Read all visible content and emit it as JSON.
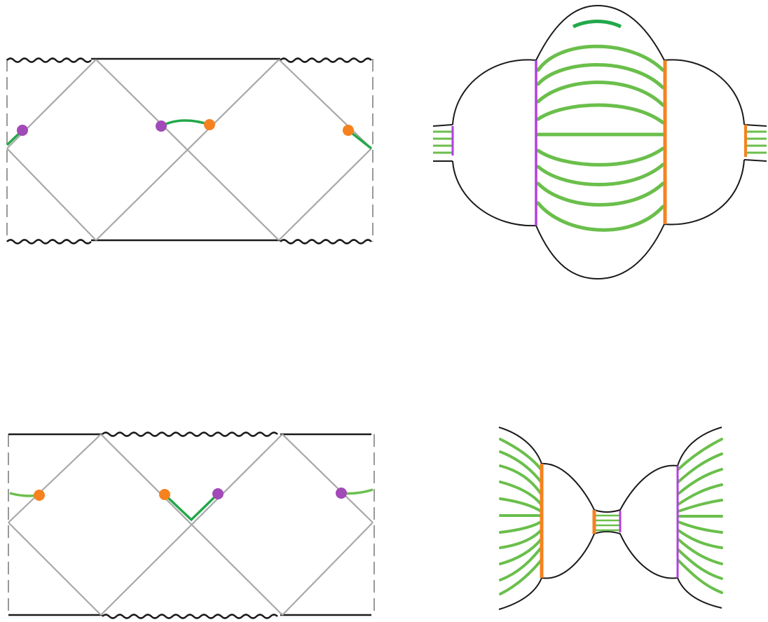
{
  "colors": {
    "background": "#ffffff",
    "black": "#1a1a1a",
    "gray": "#a8a8a8",
    "green_dark": "#22a84a",
    "green_light": "#6abf4b",
    "orange": "#f5821f",
    "purple": "#a14ab8",
    "violet": "#b33ee0"
  },
  "panels": [
    {
      "id": "top-left",
      "kind": "penrose-diagram"
    },
    {
      "id": "top-right",
      "kind": "spatial-slice-diagram"
    },
    {
      "id": "bottom-left",
      "kind": "penrose-diagram"
    },
    {
      "id": "bottom-right",
      "kind": "spatial-slice-diagram"
    }
  ]
}
